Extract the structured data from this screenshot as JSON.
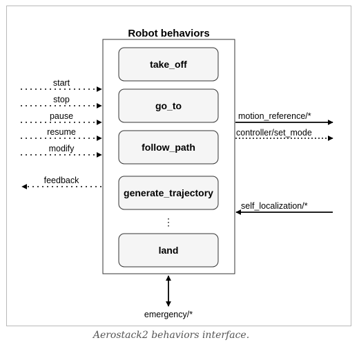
{
  "title": "Robot behaviors",
  "behaviors": [
    "take_off",
    "go_to",
    "follow_path",
    "generate_trajectory",
    "land"
  ],
  "ellipsis": "⋮",
  "inputs": [
    "start",
    "stop",
    "pause",
    "resume",
    "modify"
  ],
  "feedback": "feedback",
  "outputs": [
    "motion_reference/*",
    "controller/set_mode"
  ],
  "self_localization": "self_localization/*",
  "emergency": "emergency/*",
  "caption": "Aerostack2 behaviors interface."
}
